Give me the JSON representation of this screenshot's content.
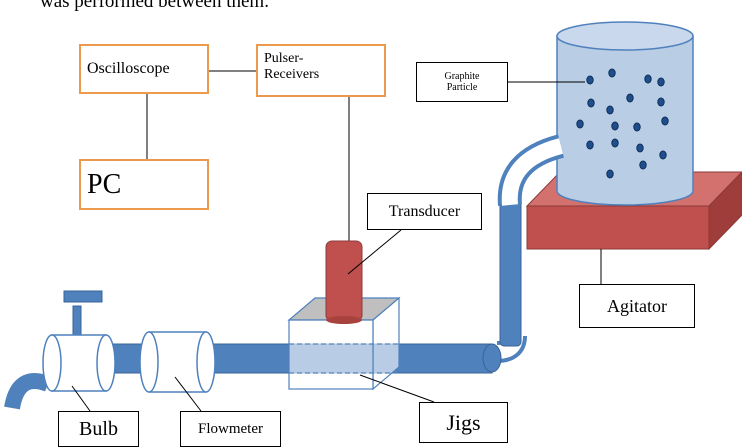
{
  "header_text": "was performed between them.",
  "labels": {
    "oscilloscope": "Oscilloscope",
    "pulser_receivers": "Pulser-\nReceivers",
    "pc": "PC",
    "transducer": "Transducer",
    "graphite_particle": "Graphite\nParticle",
    "agitator": "Agitator",
    "bulb": "Bulb",
    "flowmeter": "Flowmeter",
    "jigs": "Jigs"
  },
  "colors": {
    "box_border_orange": "#ED9A4F",
    "pipe_blue": "#4F81BD",
    "pipe_dark": "#3A6496",
    "tank_fill": "#B9CDE5",
    "tank_stroke": "#4F81BD",
    "particle_fill": "#1F4E8C",
    "agitator_red": "#C0504D",
    "transducer_red": "#C0504D",
    "jig_top": "#BFBFBF"
  }
}
